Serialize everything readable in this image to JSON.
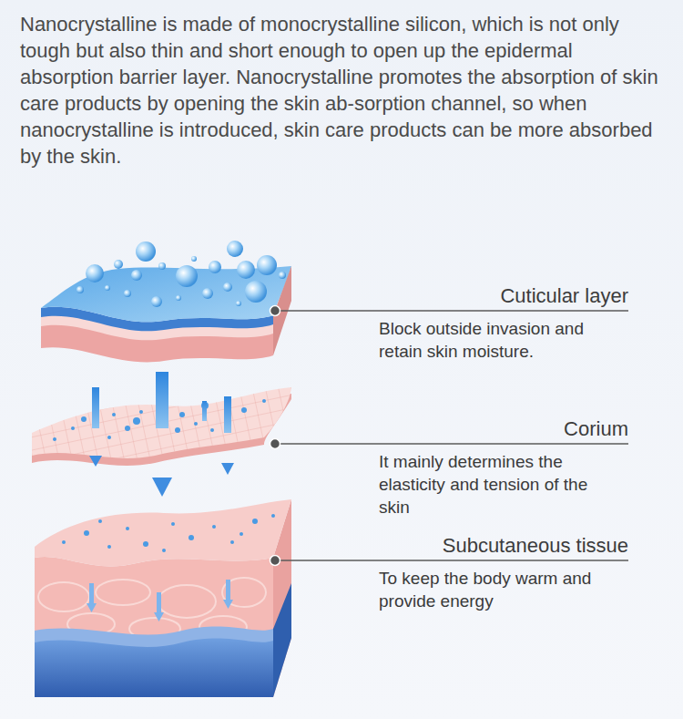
{
  "diagram": {
    "caption": "Nanocrystalline is made of monocrystalline silicon, which is not only tough but also thin and short enough to open up the epidermal absorption barrier layer. Nanocrystalline promotes the absorption of skin care products by opening the skin ab-sorption channel, so when nanocrystalline is introduced, skin care products can be more absorbed by the skin.",
    "nodes": [
      {
        "text": [
          "Cuticular layer",
          "Block outside invasion and retain skin moisture."
        ]
      },
      {
        "text": [
          "Corium",
          "It mainly determines the elasticity and tension of the skin"
        ]
      },
      {
        "text": [
          "Subcutaneous tissue",
          "To keep the body warm and provide energy"
        ]
      }
    ]
  }
}
